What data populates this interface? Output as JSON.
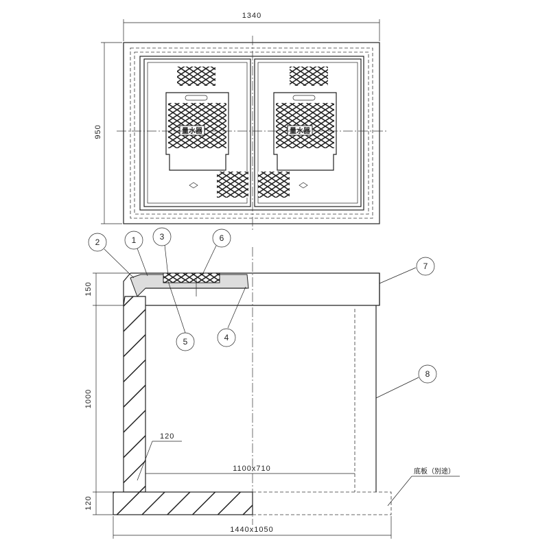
{
  "drawing": {
    "dimensions": {
      "top_width": "1340",
      "top_depth": "950",
      "collar_height": "150",
      "body_height": "1000",
      "base_height": "120",
      "wall_thickness": "120",
      "inner_size": "1100x710",
      "base_size": "1440x1050"
    },
    "cover_label": "量水器",
    "base_note": "底板（別途）",
    "balloons": [
      "1",
      "2",
      "3",
      "4",
      "5",
      "6",
      "7",
      "8"
    ]
  }
}
